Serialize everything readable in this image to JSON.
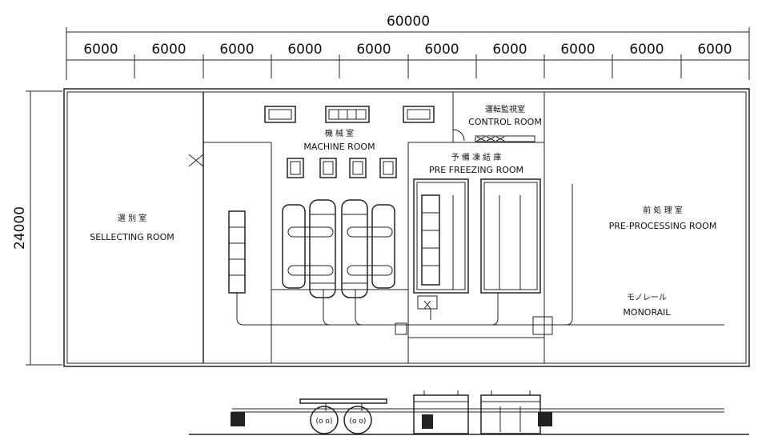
{
  "dimensions": {
    "total_length": "60000",
    "bay": [
      "6000",
      "6000",
      "6000",
      "6000",
      "6000",
      "6000",
      "6000",
      "6000",
      "6000",
      "6000"
    ],
    "height": "24000"
  },
  "rooms": {
    "selecting": {
      "jp": "選 別 室",
      "en": "SELLECTING ROOM"
    },
    "machine": {
      "jp": "機 械 室",
      "en": "MACHINE ROOM"
    },
    "control": {
      "jp": "運転監視室",
      "en": "CONTROL ROOM"
    },
    "pre_freezing": {
      "jp": "予 備 凍 結 庫",
      "en": "PRE FREEZING ROOM"
    },
    "pre_processing": {
      "jp": "前 処 理 室",
      "en": "PRE-PROCESSING ROOM"
    },
    "monorail": {
      "jp": "モノレール",
      "en": "MONORAIL"
    }
  },
  "elevation": {
    "tank_labels": [
      "(o o)",
      "(o o)"
    ]
  }
}
